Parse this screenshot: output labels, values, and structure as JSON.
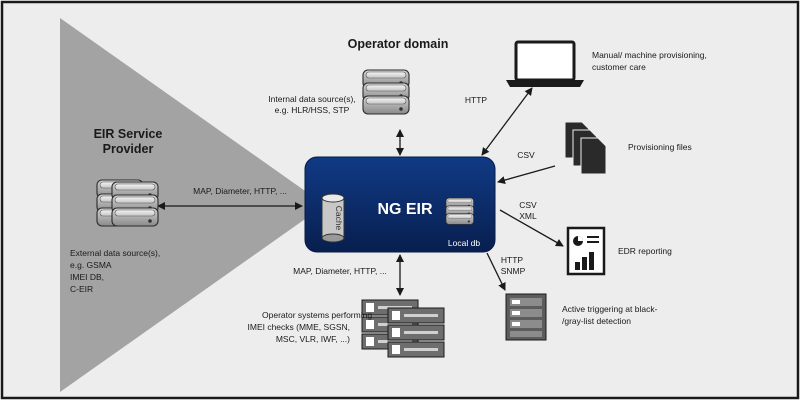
{
  "operator_domain": "Operator domain",
  "provider": {
    "line1": "EIR Service",
    "line2": "Provider"
  },
  "central": {
    "title": "NG EIR",
    "cache": "Cache",
    "local_db": "Local db"
  },
  "nodes": {
    "internal": {
      "line1": "Internal data source(s),",
      "line2": "e.g. HLR/HSS, STP"
    },
    "external": {
      "line1": "External data source(s),",
      "line2": "e.g. GSMA",
      "line3": "IMEI DB,",
      "line4": "C-EIR"
    },
    "operator_systems": {
      "line1": "Operator systems  performing",
      "line2": "IMEI checks (MME, SGSN,",
      "line3": "MSC, VLR, IWF, ...)"
    },
    "manual": {
      "line1": "Manual/ machine provisioning,",
      "line2": "customer care"
    },
    "prov_files": {
      "line1": "Provisioning files"
    },
    "edr": {
      "line1": "EDR reporting"
    },
    "triggering": {
      "line1": "Active triggering at black-",
      "line2": "/gray-list detection"
    }
  },
  "edges": {
    "left": "MAP, Diameter, HTTP, ...",
    "bottom": "MAP, Diameter, HTTP, ...",
    "http_top": "HTTP",
    "csv_in": "CSV",
    "csv_out": "CSV",
    "xml_out": "XML",
    "http_trig": "HTTP",
    "snmp_trig": "SNMP"
  },
  "colors": {
    "background_panel": "#ededed",
    "provider_triangle": "#a3a3a3",
    "ng_eir_box": "#0b2a66",
    "border": "#1a1a1a"
  },
  "icons": [
    "server-stack-icon",
    "laptop-icon",
    "documents-icon",
    "report-icon",
    "rack-server-icon",
    "cylinder-icon"
  ]
}
